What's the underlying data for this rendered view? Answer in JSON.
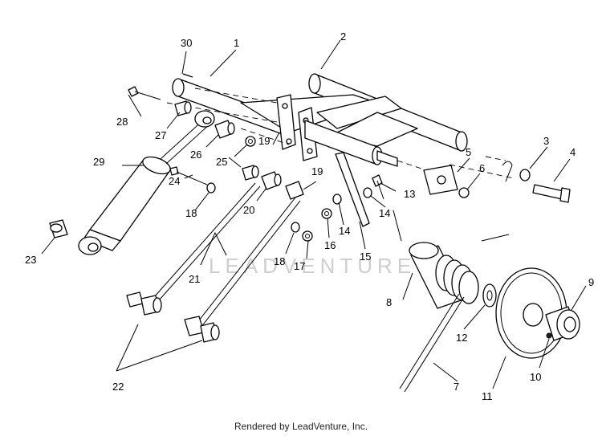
{
  "callouts": [
    "1",
    "2",
    "3",
    "4",
    "5",
    "6",
    "7",
    "8",
    "9",
    "10",
    "11",
    "12",
    "13",
    "14",
    "15",
    "16",
    "17",
    "18",
    "19",
    "20",
    "21",
    "22",
    "23",
    "24",
    "25",
    "26",
    "27",
    "28",
    "29",
    "30"
  ],
  "watermark": "LEADVENTURE",
  "footer": "Rendered by LeadVenture, Inc."
}
